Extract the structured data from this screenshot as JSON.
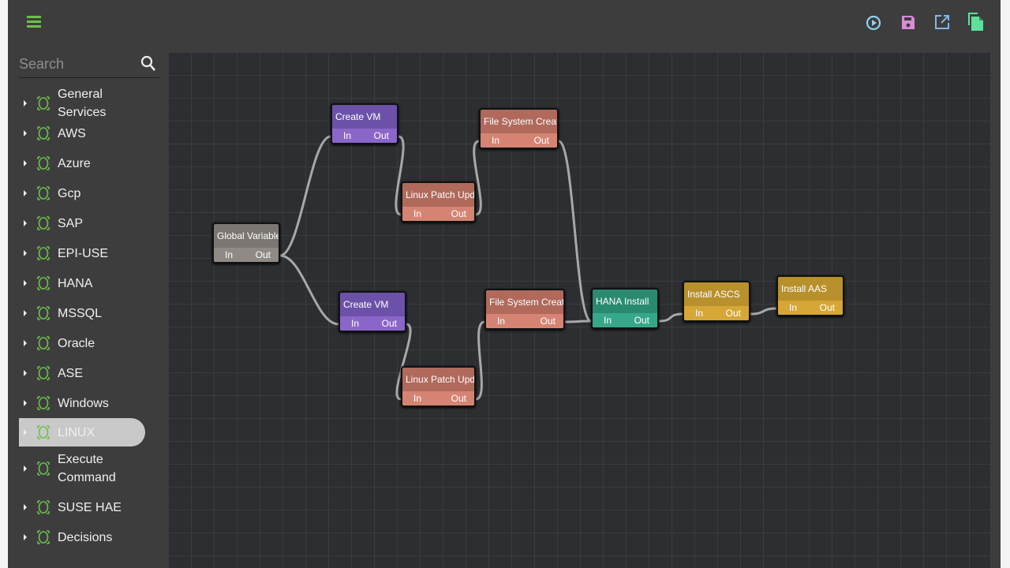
{
  "toolbar": {
    "icons": [
      {
        "name": "run",
        "color": "#8fd3f0"
      },
      {
        "name": "save",
        "color": "#d98ad8"
      },
      {
        "name": "export",
        "color": "#7fb8e8"
      },
      {
        "name": "copy",
        "color": "#5ee09a"
      }
    ]
  },
  "accent": "#6cc04a",
  "search": {
    "placeholder": "Search",
    "value": ""
  },
  "sidebar": {
    "items": [
      {
        "label": "General Services"
      },
      {
        "label": "AWS"
      },
      {
        "label": "Azure"
      },
      {
        "label": "Gcp"
      },
      {
        "label": "SAP"
      },
      {
        "label": "EPI-USE"
      },
      {
        "label": "HANA"
      },
      {
        "label": "MSSQL"
      },
      {
        "label": "Oracle"
      },
      {
        "label": "ASE"
      },
      {
        "label": "Windows"
      },
      {
        "label": "LINUX",
        "active": true
      },
      {
        "label": "Execute Command"
      },
      {
        "label": "SUSE HAE"
      },
      {
        "label": "Decisions"
      }
    ]
  },
  "ports": {
    "in": "In",
    "out": "Out"
  },
  "nodes": [
    {
      "title": "Global Variables",
      "color": "#7b7672",
      "port_color": "#8f8a85"
    },
    {
      "title": "Create VM",
      "color": "#6b52a8",
      "port_color": "#8b66c9"
    },
    {
      "title": "Linux Patch Update",
      "color": "#b0695b",
      "port_color": "#d58474"
    },
    {
      "title": "File System Creation",
      "color": "#b0695b",
      "port_color": "#d58474"
    },
    {
      "title": "Create VM",
      "color": "#6b52a8",
      "port_color": "#8b66c9"
    },
    {
      "title": "Linux Patch Update",
      "color": "#b0695b",
      "port_color": "#d58474"
    },
    {
      "title": "File System Creation",
      "color": "#b0695b",
      "port_color": "#d58474"
    },
    {
      "title": "HANA Install",
      "color": "#2a8a70",
      "port_color": "#36a88a"
    },
    {
      "title": "Install ASCS",
      "color": "#b8902c",
      "port_color": "#d6a636"
    },
    {
      "title": "Install AAS",
      "color": "#b8902c",
      "port_color": "#d6a636"
    }
  ],
  "edges": [
    [
      0,
      1
    ],
    [
      0,
      4
    ],
    [
      1,
      2
    ],
    [
      2,
      3
    ],
    [
      3,
      7
    ],
    [
      4,
      5
    ],
    [
      5,
      6
    ],
    [
      6,
      7
    ],
    [
      7,
      8
    ],
    [
      8,
      9
    ]
  ]
}
